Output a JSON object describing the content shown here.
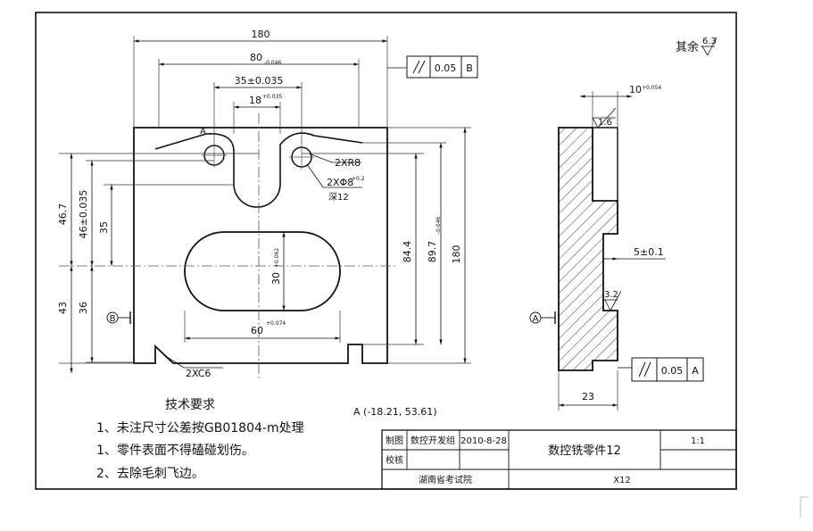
{
  "dims": {
    "d180_top": "180",
    "d80": "80",
    "d80_tol": "-0.046",
    "d35": "35±0.035",
    "d18": "18",
    "d18_tol": "+0.035",
    "d46_7": "46.7",
    "d46": "46±0.035",
    "d35_left": "35",
    "d43": "43",
    "d36": "36",
    "d84_4": "84.4",
    "d89_7": "89.7",
    "d89_7_tol": "-0.046",
    "d180_right": "180",
    "d30": "30",
    "d30_tol": "+0.062",
    "d60": "60",
    "d60_tol": "+0.074",
    "r8": "2XR8",
    "holes": "2XΦ8",
    "holes_tol": "+0.2",
    "hole_depth": "深12",
    "chamfer": "2XC6",
    "point_A": "A",
    "point_A_coords": "A (-18.21, 53.61)",
    "side_10": "10",
    "side_10_tol": "+0.054",
    "side_5": "5±0.1",
    "side_23": "23",
    "rough_top": "1.6",
    "rough_mid": "3.2",
    "datum_A": "A",
    "datum_B": "B"
  },
  "tolerances": {
    "top": {
      "value": "0.05",
      "datum": "B"
    },
    "side": {
      "value": "0.05",
      "datum": "A"
    }
  },
  "roughness_note": {
    "label": "其余",
    "value": "6.3"
  },
  "tech": {
    "title": "技术要求",
    "items": [
      "1、未注尺寸公差按GB01804-m处理",
      "1、零件表面不得磕碰划伤。",
      "2、去除毛刺飞边。"
    ]
  },
  "title_block": {
    "draw_label": "制图",
    "drawer": "数控开发组",
    "date": "2010-8-28",
    "check_label": "校核",
    "part_name": "数控铣零件12",
    "scale": "1:1",
    "school": "湖南省考试院",
    "code": "X12"
  }
}
